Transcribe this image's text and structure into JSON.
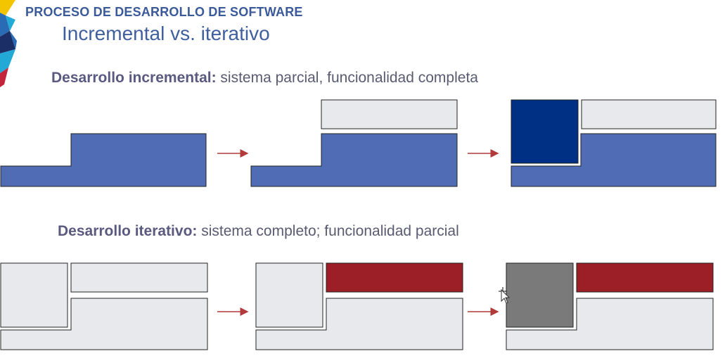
{
  "header": {
    "title": "PROCESO DE DESARROLLO DE SOFTWARE",
    "subtitle": "Incremental vs. iterativo"
  },
  "sections": {
    "incremental": {
      "label_bold": "Desarrollo incremental:",
      "label_rest": " sistema parcial, funcionalidad completa"
    },
    "iterative": {
      "label_bold": "Desarrollo iterativo:",
      "label_rest": " sistema completo; funcionalidad parcial"
    }
  },
  "colors": {
    "complete_blue": "#506cb4",
    "new_dark_blue": "#003083",
    "pending_gray": "#e8e9ec",
    "red_progress": "#9c1e26",
    "dark_gray_progress": "#7a7a7a",
    "arrow_red": "#b23a3a",
    "logo_blue": "#2a6bb5",
    "logo_cyan": "#23a9d6",
    "logo_yellow": "#f3c400",
    "logo_navy": "#1b2f66"
  },
  "icons": {
    "logo": "geometric-logo-icon",
    "cursor": "cursor-icon",
    "arrow": "arrow-right-icon"
  }
}
